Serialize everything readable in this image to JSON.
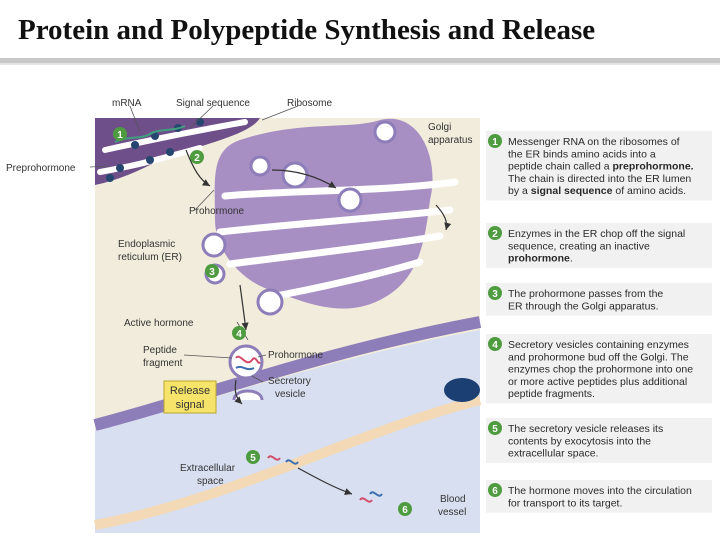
{
  "title": "Protein and Polypeptide Synthesis and Release",
  "labels": {
    "mrna": "mRNA",
    "signal_sequence": "Signal sequence",
    "ribosome": "Ribosome",
    "preprohormone": "Preprohormone",
    "golgi_1": "Golgi",
    "golgi_2": "apparatus",
    "prohormone_1": "Prohormone",
    "er_1": "Endoplasmic",
    "er_2": "reticulum (ER)",
    "active_hormone": "Active hormone",
    "peptide_1": "Peptide",
    "peptide_2": "fragment",
    "prohormone_2": "Prohormone",
    "secretory_1": "Secretory",
    "secretory_2": "vesicle",
    "release_1": "Release",
    "release_2": "signal",
    "extracellular_1": "Extracellular",
    "extracellular_2": "space",
    "blood_1": "Blood",
    "blood_2": "vessel"
  },
  "steps": [
    {
      "num": "1",
      "lines": [
        [
          {
            "t": "Messenger RNA on the ribosomes of"
          }
        ],
        [
          {
            "t": "the ER binds amino acids into a"
          }
        ],
        [
          {
            "t": "peptide chain called a "
          },
          {
            "t": "preprohormone.",
            "b": true
          }
        ],
        [
          {
            "t": "The chain is directed into the ER lumen"
          }
        ],
        [
          {
            "t": "by a "
          },
          {
            "t": "signal sequence",
            "b": true
          },
          {
            "t": " of amino acids."
          }
        ]
      ]
    },
    {
      "num": "2",
      "lines": [
        [
          {
            "t": "Enzymes in the ER chop off the signal"
          }
        ],
        [
          {
            "t": "sequence, creating an inactive"
          }
        ],
        [
          {
            "t": "prohormone",
            "b": true
          },
          {
            "t": "."
          }
        ]
      ]
    },
    {
      "num": "3",
      "lines": [
        [
          {
            "t": "The prohormone passes from the"
          }
        ],
        [
          {
            "t": "ER through the Golgi apparatus."
          }
        ]
      ]
    },
    {
      "num": "4",
      "lines": [
        [
          {
            "t": "Secretory vesicles containing enzymes"
          }
        ],
        [
          {
            "t": "and prohormone bud off the Golgi. The"
          }
        ],
        [
          {
            "t": "enzymes chop the prohormone into one"
          }
        ],
        [
          {
            "t": "or more active peptides plus additional"
          }
        ],
        [
          {
            "t": "peptide fragments."
          }
        ]
      ]
    },
    {
      "num": "5",
      "lines": [
        [
          {
            "t": "The secretory vesicle releases its"
          }
        ],
        [
          {
            "t": "contents by exocytosis into the"
          }
        ],
        [
          {
            "t": "extracellular space."
          }
        ]
      ]
    },
    {
      "num": "6",
      "lines": [
        [
          {
            "t": "The hormone moves into the circulation"
          }
        ],
        [
          {
            "t": "for transport to its target."
          }
        ]
      ]
    }
  ],
  "diagram_markers": [
    "1",
    "2",
    "3",
    "4",
    "5",
    "6"
  ],
  "colors": {
    "cytoplasm": "#f2ecdc",
    "er": "#6e4f8a",
    "golgi": "#a78fc3",
    "membrane": "#8d7db8",
    "extracellular": "#d8dff0",
    "step_number": "#4e9c3f",
    "release_box": "#f6e46a"
  }
}
